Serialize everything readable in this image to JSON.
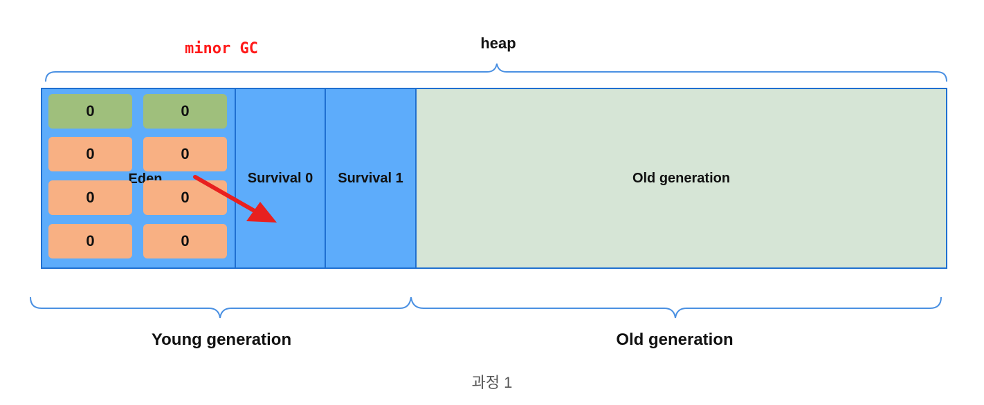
{
  "title": "heap",
  "annotation": "minor GC",
  "regions": {
    "eden_label": "Eden",
    "survival0": "Survival 0",
    "survival1": "Survival 1",
    "old": "Old generation"
  },
  "eden_objects": [
    {
      "value": "0",
      "state": "live"
    },
    {
      "value": "0",
      "state": "live"
    },
    {
      "value": "0",
      "state": "garbage"
    },
    {
      "value": "0",
      "state": "garbage"
    },
    {
      "value": "0",
      "state": "garbage"
    },
    {
      "value": "0",
      "state": "garbage"
    },
    {
      "value": "0",
      "state": "garbage"
    },
    {
      "value": "0",
      "state": "garbage"
    }
  ],
  "groups": {
    "young": "Young generation",
    "old": "Old generation"
  },
  "caption": "과정 1",
  "colors": {
    "live": "#9fbf7c",
    "garbage": "#f8b083",
    "young_region": "#5dacfb",
    "old_region": "#d6e5d6",
    "border": "#1f6fd0",
    "arrow": "#e8201f",
    "brace": "#4a90e2"
  }
}
